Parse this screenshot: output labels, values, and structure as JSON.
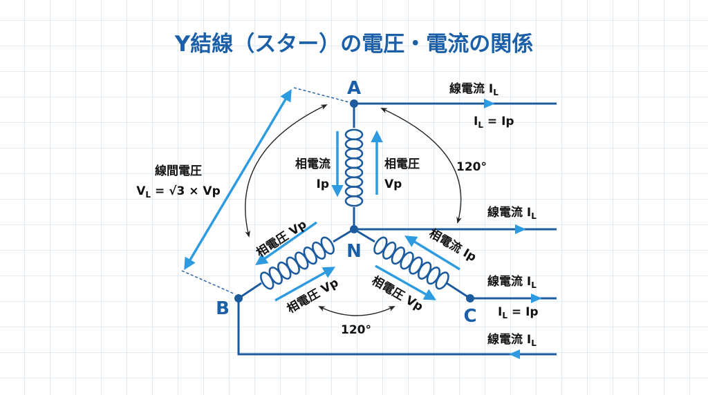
{
  "title": "Y結線（スター）の電圧・電流の関係",
  "nodes": {
    "a": "A",
    "b": "B",
    "c": "C",
    "n": "N"
  },
  "line_current": {
    "text": "線電流 I",
    "sub": "L"
  },
  "il_eq_ip": {
    "i1": "I",
    "s1": "L",
    "mid": " = I",
    "s2": "p"
  },
  "line_voltage": {
    "label": "線間電圧",
    "v": "V",
    "sub": "L",
    "rest": " = √3 × Vp"
  },
  "phase_current": {
    "label": "相電流",
    "sym": "Ip"
  },
  "phase_voltage": {
    "label": "相電圧",
    "sym": "Vp"
  },
  "phase_voltage_inline": "相電圧 Vp",
  "phase_current_inline": "相電流 Ip",
  "angle": "120°",
  "colors": {
    "title": "#1a5fa8",
    "wire": "#1c5a9e",
    "arrow": "#2e9be0",
    "grid": "#cfe0ee"
  }
}
